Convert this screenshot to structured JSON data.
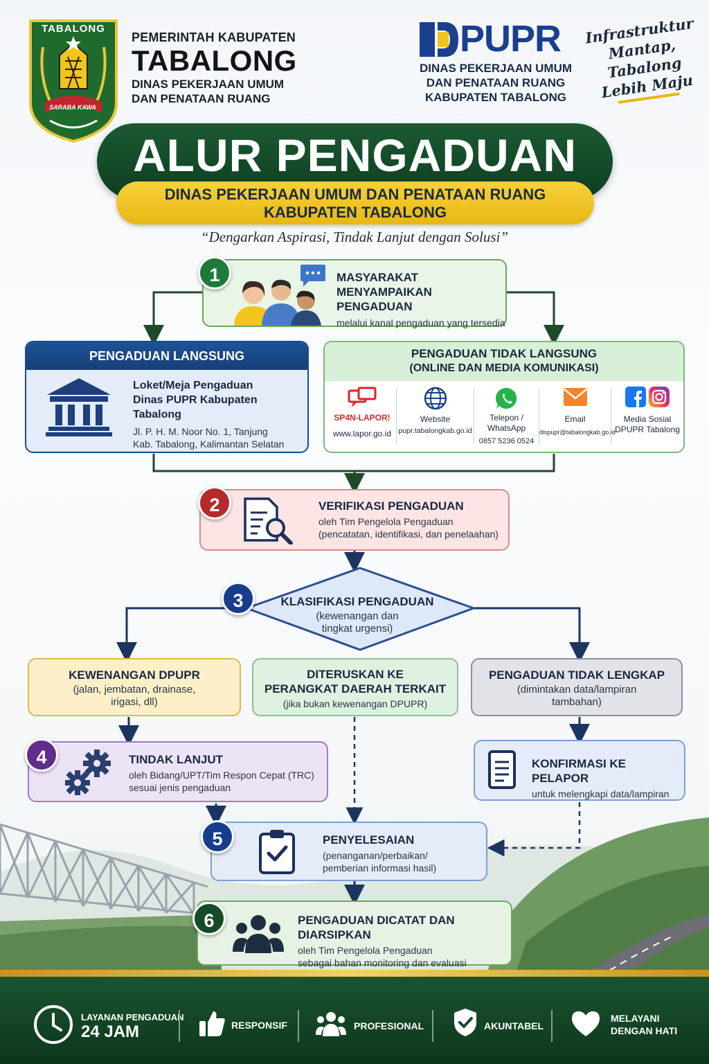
{
  "header": {
    "badge_text": "TABALONG",
    "badge_motto": "SARABA KAWA",
    "gov_line1": "PEMERINTAH KABUPATEN",
    "gov_line2": "TABALONG",
    "gov_line3": "DINAS PEKERJAAN UMUM",
    "gov_line4": "DAN PENATAAN RUANG",
    "pupr_logo_text": "PUPR",
    "pupr_line1": "DINAS PEKERJAAN UMUM",
    "pupr_line2": "DAN PENATAAN RUANG",
    "pupr_line3": "KABUPATEN TABALONG",
    "slogan": [
      "Infrastruktur",
      "Mantap,",
      "Tabalong",
      "Lebih Maju"
    ]
  },
  "title": "ALUR PENGADUAN",
  "subtitle_line1": "DINAS PEKERJAAN UMUM DAN PENATAAN RUANG",
  "subtitle_line2": "KABUPATEN TABALONG",
  "tagline": "“Dengarkan Aspirasi, Tindak Lanjut dengan Solusi”",
  "steps": {
    "s1": {
      "num": "1",
      "title1": "MASYARAKAT",
      "title2": "MENYAMPAIKAN PENGADUAN",
      "desc": "melalui kanal pengaduan yang tersedia"
    },
    "s2": {
      "num": "2",
      "title": "VERIFIKASI PENGADUAN",
      "desc1": "oleh Tim Pengelola Pengaduan",
      "desc2": "(pencatatan, identifikasi, dan penelaahan)"
    },
    "s3": {
      "num": "3",
      "title": "KLASIFIKASI PENGADUAN",
      "desc1": "(kewenangan dan",
      "desc2": "tingkat urgensi)"
    },
    "s4": {
      "num": "4",
      "title": "TINDAK LANJUT",
      "desc1": "oleh Bidang/UPT/Tim Respon Cepat (TRC)",
      "desc2": "sesuai jenis pengaduan"
    },
    "s5": {
      "num": "5",
      "title": "PENYELESAIAN",
      "desc1": "(penanganan/perbaikan/",
      "desc2": "pemberian informasi hasil)"
    },
    "s6": {
      "num": "6",
      "title": "PENGADUAN DICATAT DAN DIARSIPKAN",
      "desc1": "oleh Tim Pengelola Pengaduan",
      "desc2": "sebagai bahan monitoring dan evaluasi"
    }
  },
  "direct": {
    "header": "PENGADUAN LANGSUNG",
    "title1": "Loket/Meja Pengaduan",
    "title2": "Dinas PUPR Kabupaten Tabalong",
    "addr1": "Jl. P. H. M. Noor No. 1, Tanjung",
    "addr2": "Kab. Tabalong, Kalimantan Selatan"
  },
  "indirect": {
    "header1": "PENGADUAN TIDAK LANGSUNG",
    "header2": "(ONLINE DAN MEDIA KOMUNIKASI)",
    "channels": [
      {
        "name": "SP4N-LAPOR!",
        "detail": "www.lapor.go.id",
        "icon": "lapor-icon"
      },
      {
        "name": "Website",
        "detail": "pupr.tabalongkab.go.id",
        "icon": "globe-icon"
      },
      {
        "name": "Telepon /",
        "name2": "WhatsApp",
        "detail": "0857 5236 0524",
        "icon": "whatsapp-icon"
      },
      {
        "name": "Email",
        "detail": "dispupr@tabalongkab.go.id",
        "icon": "mail-icon"
      },
      {
        "name": "Media Sosial",
        "detail": "DPUPR Tabalong",
        "icon": "facebook-instagram-icon"
      }
    ]
  },
  "branches": {
    "kewenangan": {
      "title": "KEWENANGAN DPUPR",
      "desc1": "(jalan, jembatan, drainase,",
      "desc2": "irigasi, dll)"
    },
    "diteruskan": {
      "title1": "DITERUSKAN KE",
      "title2": "PERANGKAT DAERAH TERKAIT",
      "desc": "(jika bukan kewenangan DPUPR)"
    },
    "tidak_lengkap": {
      "title": "PENGADUAN TIDAK LENGKAP",
      "desc1": "(dimintakan data/lampiran",
      "desc2": "tambahan)"
    },
    "konfirmasi": {
      "title": "KONFIRMASI KE PELAPOR",
      "desc": "untuk melengkapi data/lampiran"
    }
  },
  "footer": {
    "items": [
      {
        "line1": "LAYANAN PENGADUAN",
        "line2": "24 JAM",
        "icon": "clock-icon"
      },
      {
        "line1": "RESPONSIF",
        "icon": "thumbs-up-icon"
      },
      {
        "line1": "PROFESIONAL",
        "icon": "people-icon"
      },
      {
        "line1": "AKUNTABEL",
        "icon": "shield-check-icon"
      },
      {
        "line1": "MELAYANI",
        "line2": "DENGAN HATI",
        "icon": "heart-icon"
      }
    ]
  },
  "colors": {
    "green_dark": "#0e3d20",
    "gold": "#e8b714",
    "navy": "#173e8c"
  }
}
